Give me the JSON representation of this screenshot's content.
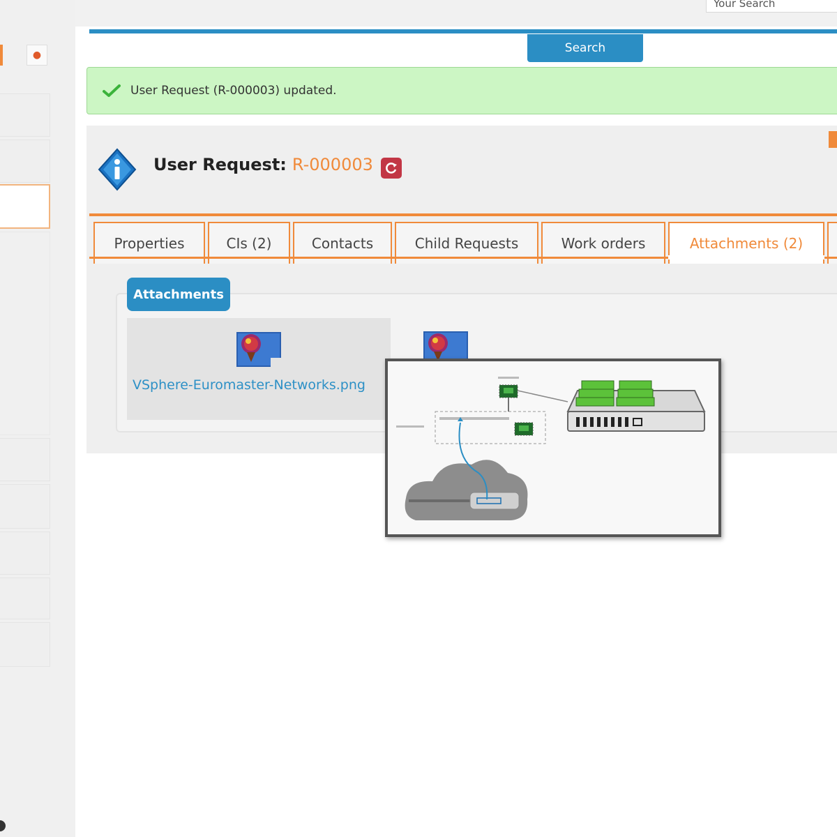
{
  "header": {
    "search_placeholder": "Your Search",
    "search_button_label": "Search"
  },
  "sidebar": {
    "pin_icon": "pin-icon"
  },
  "notification": {
    "icon": "check-icon",
    "message": "User Request (R-000003) updated."
  },
  "request": {
    "label": "User Request:",
    "reference": "R-000003",
    "icon": "info-icon",
    "refresh_icon": "refresh-icon"
  },
  "tabs": [
    {
      "label": "Properties",
      "active": false
    },
    {
      "label": "CIs (2)",
      "active": false
    },
    {
      "label": "Contacts",
      "active": false
    },
    {
      "label": "Child Requests",
      "active": false
    },
    {
      "label": "Work orders",
      "active": false
    },
    {
      "label": "Attachments (2)",
      "active": true
    }
  ],
  "attachments": {
    "legend": "Attachments",
    "files": [
      {
        "name": "VSphere-Euromaster-Networks.png",
        "icon": "image-file-icon"
      },
      {
        "name": "",
        "icon": "image-file-icon"
      }
    ]
  },
  "colors": {
    "accent_orange": "#f08a3a",
    "accent_blue": "#2b8ec4",
    "success_green": "#ccf6c4",
    "danger_red": "#c23645"
  }
}
